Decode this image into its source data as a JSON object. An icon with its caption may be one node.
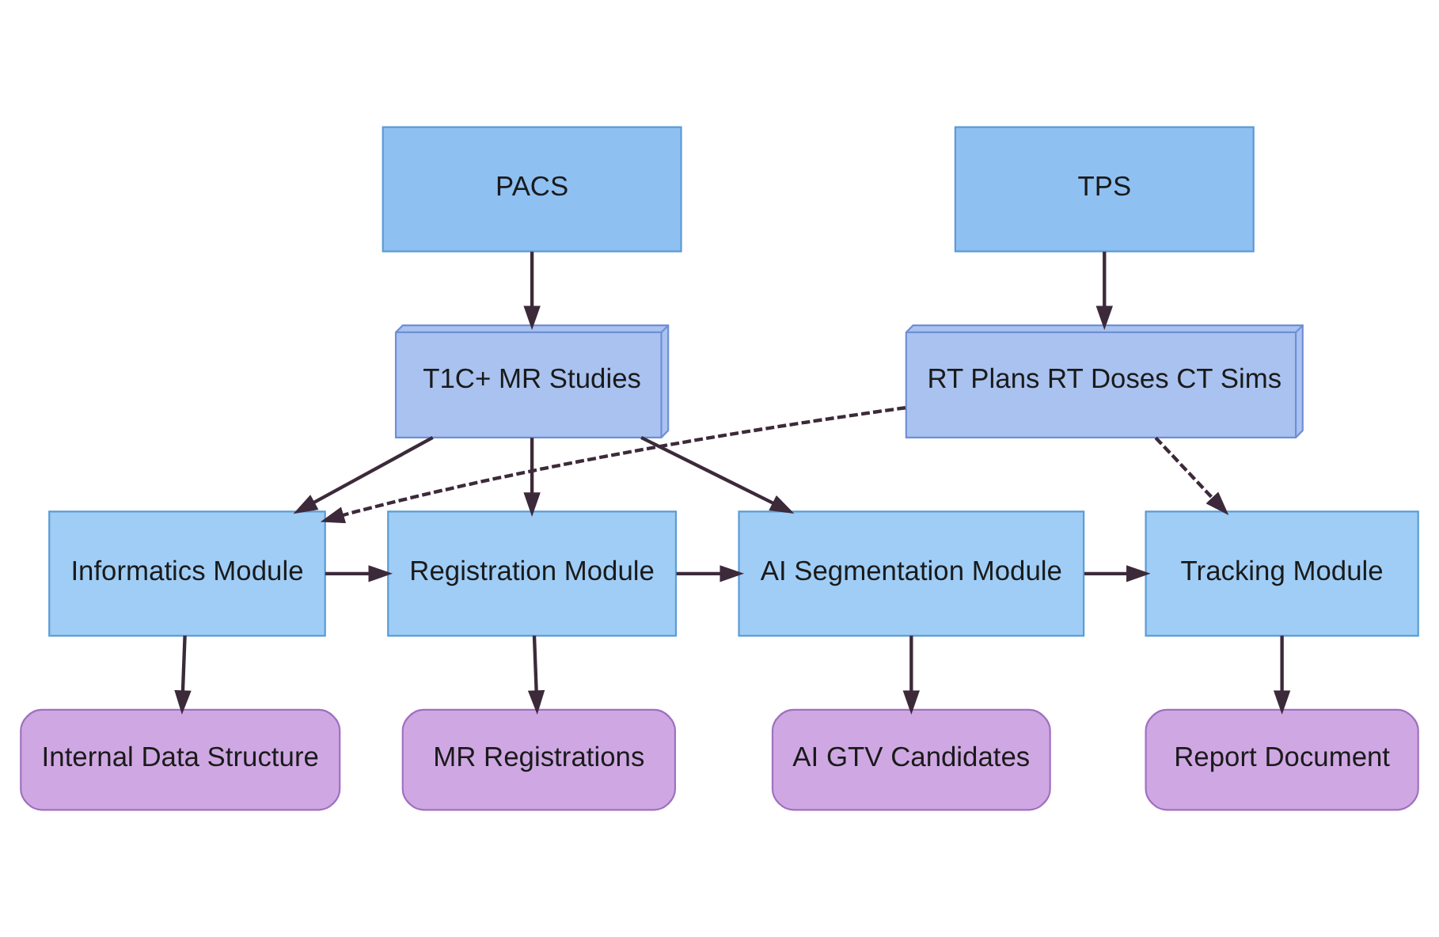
{
  "diagram": {
    "nodes": [
      {
        "text": [
          "PACS"
        ]
      },
      {
        "text": [
          "TPS"
        ]
      },
      {
        "text": [
          "T1C+ MR Studies"
        ]
      },
      {
        "text": [
          "RT Plans RT Doses CT Sims"
        ]
      },
      {
        "text": [
          "Informatics Module"
        ]
      },
      {
        "text": [
          "Registration Module"
        ]
      },
      {
        "text": [
          "AI Segmentation Module"
        ]
      },
      {
        "text": [
          "Tracking Module"
        ]
      },
      {
        "text": [
          "Internal Data Structure"
        ]
      },
      {
        "text": [
          "MR Registrations"
        ]
      },
      {
        "text": [
          "AI GTV Candidates"
        ]
      },
      {
        "text": [
          "Report Document"
        ]
      }
    ],
    "edges": [
      {
        "from": 0,
        "to": 2,
        "arrow": "to"
      },
      {
        "from": 1,
        "to": 3,
        "arrow": "to"
      },
      {
        "from": 2,
        "to": 4,
        "arrow": "to"
      },
      {
        "from": 2,
        "to": 5,
        "arrow": "to"
      },
      {
        "from": 2,
        "to": 6,
        "arrow": "to"
      },
      {
        "from": 3,
        "to": 4,
        "arrow": "to",
        "style": "dashed"
      },
      {
        "from": 3,
        "to": 7,
        "arrow": "to",
        "style": "dashed"
      },
      {
        "from": 4,
        "to": 5,
        "arrow": "to"
      },
      {
        "from": 5,
        "to": 6,
        "arrow": "to"
      },
      {
        "from": 6,
        "to": 7,
        "arrow": "to"
      },
      {
        "from": 4,
        "to": 8,
        "arrow": "to"
      },
      {
        "from": 5,
        "to": 9,
        "arrow": "to"
      },
      {
        "from": 6,
        "to": 10,
        "arrow": "to"
      },
      {
        "from": 7,
        "to": 11,
        "arrow": "to"
      }
    ]
  }
}
